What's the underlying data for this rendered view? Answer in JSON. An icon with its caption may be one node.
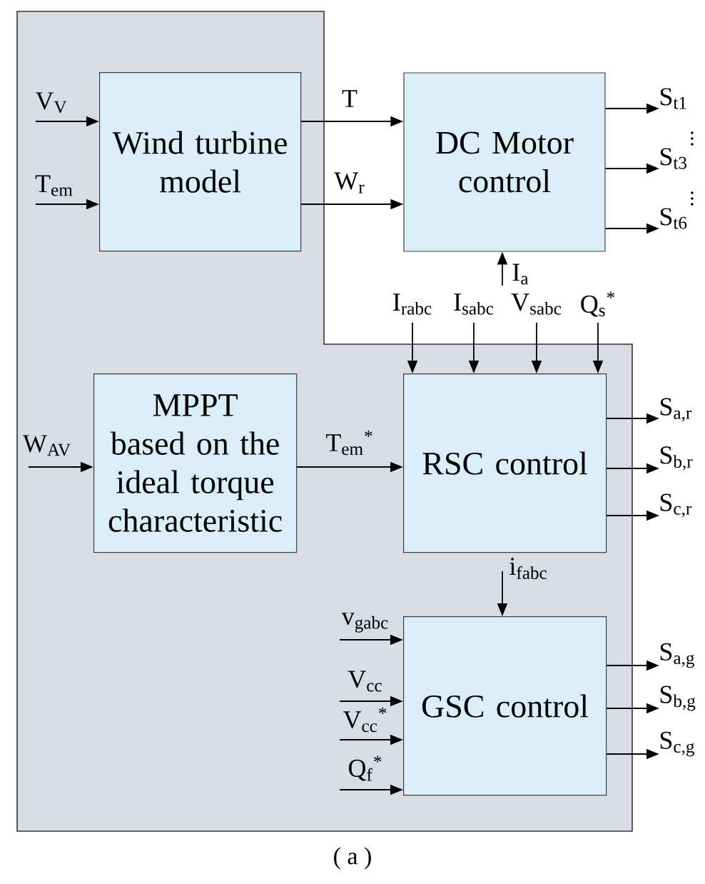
{
  "diagram": {
    "caption": "( a )",
    "nodes": [
      {
        "text": [],
        "shape": "box"
      },
      {
        "text": [
          "Wind turbine model"
        ],
        "in": 0
      },
      {
        "text": [
          "DC Motor control"
        ]
      },
      {
        "text": [
          "MPPT based on the ideal torque characteristic"
        ],
        "in": 0
      },
      {
        "text": [
          "RSC control"
        ],
        "in": 0
      },
      {
        "text": [
          "GSC control"
        ],
        "in": 0
      }
    ],
    "edges": [
      {
        "from": null,
        "to": 1,
        "arrow": "to",
        "label": "V$_{V}$"
      },
      {
        "from": null,
        "to": 1,
        "arrow": "to",
        "label": "T$_{em}$"
      },
      {
        "from": 1,
        "to": 2,
        "arrow": "to",
        "label": "T"
      },
      {
        "from": 1,
        "to": 2,
        "arrow": "to",
        "label": "W$_{r}$"
      },
      {
        "from": 2,
        "to": null,
        "arrow": "to",
        "label": "S$_{t1}$"
      },
      {
        "from": 2,
        "to": null,
        "arrow": "to",
        "label": "S$_{t3}$"
      },
      {
        "from": 2,
        "to": null,
        "arrow": "to",
        "label": "S$_{t6}$"
      },
      {
        "from": null,
        "to": 2,
        "arrow": "to",
        "label": "I$_{a}$"
      },
      {
        "from": null,
        "to": 4,
        "arrow": "to",
        "label": "I$_{rabc}$"
      },
      {
        "from": null,
        "to": 4,
        "arrow": "to",
        "label": "I$_{sabc}$"
      },
      {
        "from": null,
        "to": 4,
        "arrow": "to",
        "label": "V$_{sabc}$"
      },
      {
        "from": null,
        "to": 4,
        "arrow": "to",
        "label": "Q$_{s}$$^{*}$"
      },
      {
        "from": null,
        "to": 3,
        "arrow": "to",
        "label": "W$_{AV}$"
      },
      {
        "from": 3,
        "to": 4,
        "arrow": "to",
        "label": "T$_{em}$$^{*}$"
      },
      {
        "from": 4,
        "to": null,
        "arrow": "to",
        "label": "S$_{a,r}$"
      },
      {
        "from": 4,
        "to": null,
        "arrow": "to",
        "label": "S$_{b,r}$"
      },
      {
        "from": 4,
        "to": null,
        "arrow": "to",
        "label": "S$_{c,r}$"
      },
      {
        "from": null,
        "to": 5,
        "arrow": "to",
        "label": "i$_{fabc}$"
      },
      {
        "from": null,
        "to": 5,
        "arrow": "to",
        "label": "v$_{gabc}$"
      },
      {
        "from": null,
        "to": 5,
        "arrow": "to",
        "label": "V$_{cc}$"
      },
      {
        "from": null,
        "to": 5,
        "arrow": "to",
        "label": "V$_{cc}$$^{*}$"
      },
      {
        "from": null,
        "to": 5,
        "arrow": "to",
        "label": "Q$_{f}$$^{*}$"
      },
      {
        "from": 5,
        "to": null,
        "arrow": "to",
        "label": "S$_{a,g}$"
      },
      {
        "from": 5,
        "to": null,
        "arrow": "to",
        "label": "S$_{b,g}$"
      },
      {
        "from": 5,
        "to": null,
        "arrow": "to",
        "label": "S$_{c,g}$"
      }
    ]
  }
}
